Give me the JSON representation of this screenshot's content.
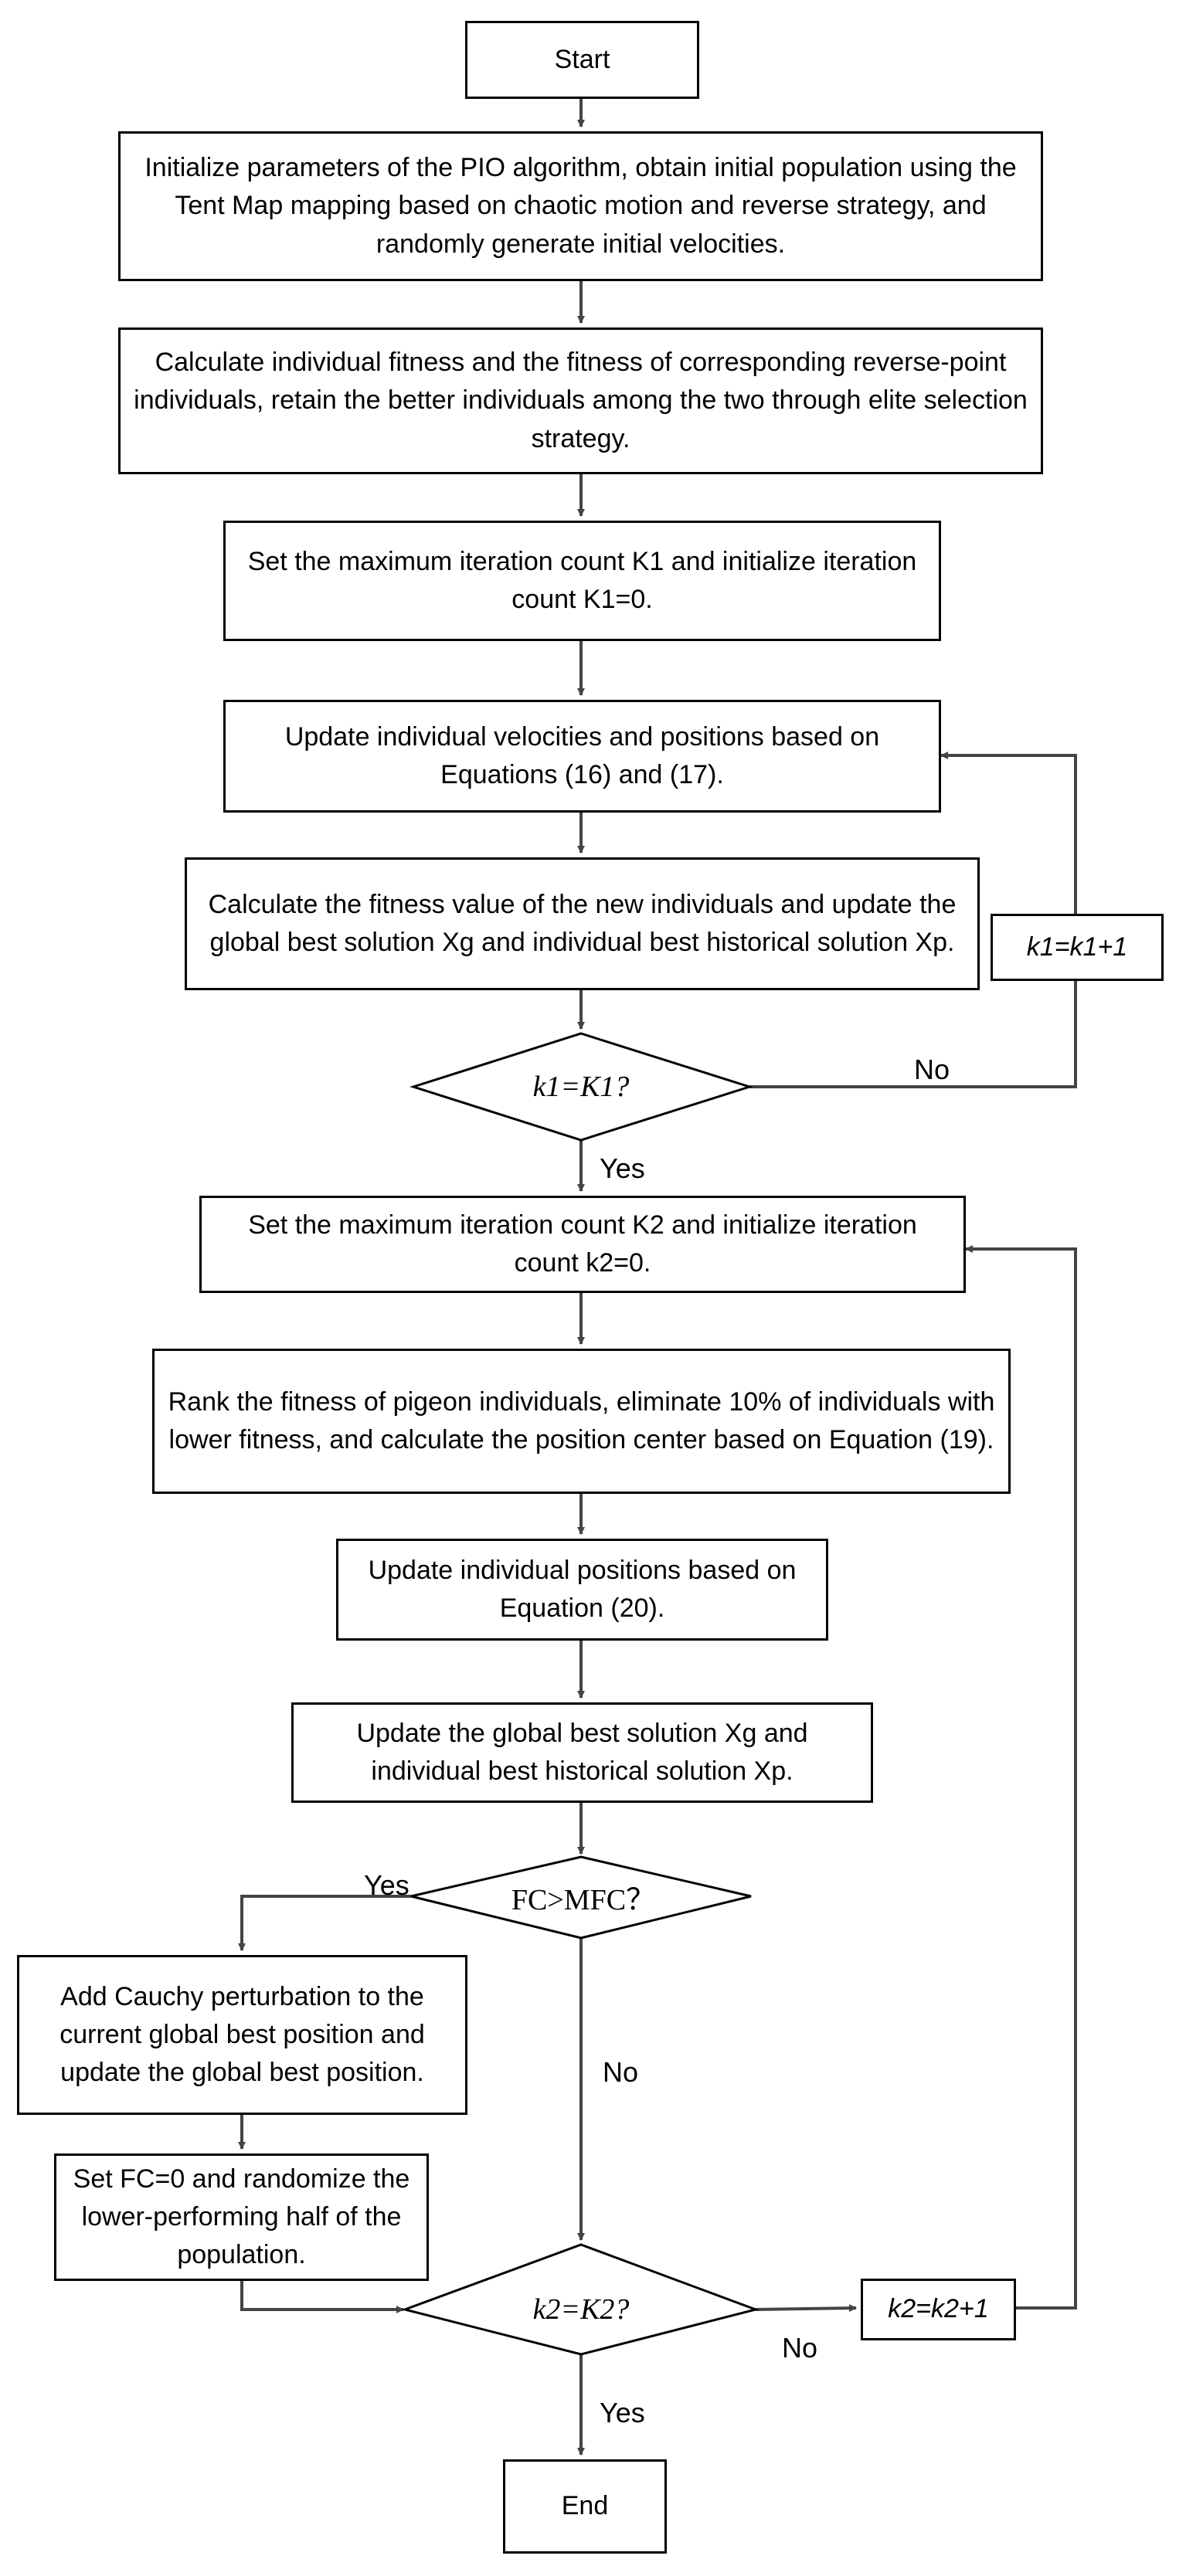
{
  "nodes": {
    "start": "Start",
    "init": "Initialize parameters of the PIO algorithm, obtain initial population using the Tent Map mapping based on chaotic motion and reverse strategy, and randomly generate initial velocities.",
    "fitness": "Calculate individual fitness and the fitness of corresponding reverse-point individuals, retain the better individuals among the two through elite selection strategy.",
    "setk1": "Set the maximum iteration count K1 and initialize iteration count K1=0.",
    "update_vel": "Update individual velocities and positions based on Equations (16) and (17).",
    "calc_new": "Calculate the fitness value of the new individuals and update the global best solution Xg and individual best historical solution Xp.",
    "k1_inc": "k1=k1+1",
    "dec_k1": "k1=K1?",
    "setk2": "Set the maximum iteration count K2 and initialize iteration count k2=0.",
    "rank": "Rank the fitness of pigeon individuals, eliminate 10% of individuals with lower fitness, and calculate the position center based on Equation (19).",
    "update_pos": "Update individual positions based on Equation (20).",
    "update_global": "Update the global best solution Xg and individual best historical solution Xp.",
    "dec_fc": "FC>MFC？",
    "cauchy": "Add Cauchy perturbation to the current global best position and update the global best position.",
    "setfc": "Set FC=0 and randomize the lower-performing half of the population.",
    "dec_k2": "k2=K2?",
    "k2_inc": "k2=k2+1",
    "end": "End"
  },
  "edge_labels": {
    "k1_no": "No",
    "k1_yes": "Yes",
    "fc_yes": "Yes",
    "fc_no": "No",
    "k2_no": "No",
    "k2_yes": "Yes"
  }
}
